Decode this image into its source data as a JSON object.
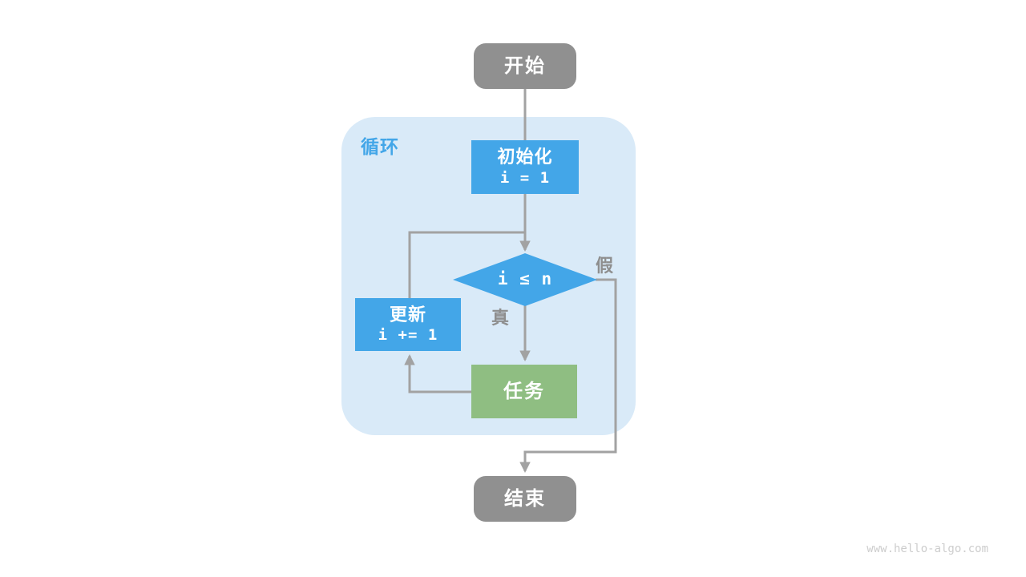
{
  "colors": {
    "node_blue": "#43A6E8",
    "node_green": "#8FBE82",
    "node_gray": "#909090",
    "container_bg": "#D9EAF8",
    "loop_label_blue": "#43A6E8",
    "edge_gray": "#A2A2A2",
    "edge_label_gray": "#8E8E8E",
    "watermark_gray": "#CDCDCD",
    "text_white": "#FFFFFF",
    "canvas_bg": "#FFFFFF"
  },
  "diagram": {
    "loop_label": "循环",
    "nodes": {
      "start": {
        "label": "开始"
      },
      "init": {
        "title": "初始化",
        "code": "i = 1"
      },
      "condition": {
        "code": "i ≤ n"
      },
      "update": {
        "title": "更新",
        "code": "i += 1"
      },
      "task": {
        "label": "任务"
      },
      "end": {
        "label": "结束"
      }
    },
    "edge_labels": {
      "true": "真",
      "false": "假"
    }
  },
  "watermark": "www.hello-algo.com"
}
